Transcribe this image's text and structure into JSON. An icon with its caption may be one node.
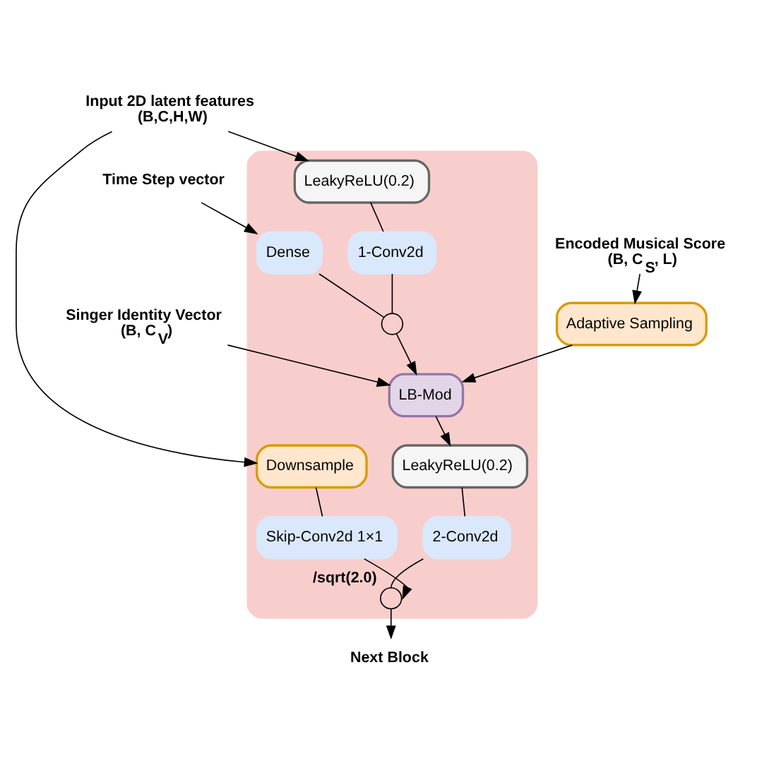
{
  "diagram": {
    "nodes": [
      {
        "text": [],
        "shape": "box"
      },
      {
        "text": [
          "Input 2D latent features",
          "(B,C,H,W)"
        ]
      },
      {
        "text": [
          "Time Step vector"
        ]
      },
      {
        "text": [
          "Singer Identity Vector",
          "(B, C$_{V}$)"
        ]
      },
      {
        "text": [
          "Encoded Musical Score",
          "(B, C$_{S}$, L)"
        ]
      },
      {
        "text": [
          "LeakyReLU(0.2)"
        ],
        "in": 0
      },
      {
        "text": [
          "1-Conv2d"
        ],
        "in": 0
      },
      {
        "text": [
          "Dense"
        ],
        "in": 0
      },
      {
        "text": [],
        "shape": "circle",
        "in": 0
      },
      {
        "text": [
          "Downsample"
        ],
        "in": 0
      },
      {
        "text": [
          "Skip-Conv2d 1×1"
        ],
        "in": 0
      },
      {
        "text": [
          "LB-Mod"
        ],
        "in": 0
      },
      {
        "text": [
          "Adaptive Sampling"
        ]
      },
      {
        "text": [
          "LeakyReLU(0.2)"
        ],
        "in": 0
      },
      {
        "text": [
          "2-Conv2d"
        ],
        "in": 0
      },
      {
        "text": [],
        "shape": "circle",
        "in": 0,
        "beside": [
          "/sqrt(2.0)"
        ]
      },
      {
        "text": [
          "Next Block"
        ]
      }
    ],
    "edges": [
      {
        "from": 1,
        "to": 5,
        "arrow": "to"
      },
      {
        "from": 1,
        "to": 9,
        "arrow": "to"
      },
      {
        "from": 2,
        "to": 7,
        "arrow": "to"
      },
      {
        "from": 5,
        "to": 6,
        "arrow": "none"
      },
      {
        "from": 6,
        "to": 8,
        "arrow": "none"
      },
      {
        "from": 7,
        "to": 8,
        "arrow": "none"
      },
      {
        "from": 9,
        "to": 10,
        "arrow": "none"
      },
      {
        "from": 8,
        "to": 11,
        "arrow": "to"
      },
      {
        "from": 3,
        "to": 11,
        "arrow": "to"
      },
      {
        "from": 4,
        "to": 12,
        "arrow": "to"
      },
      {
        "from": 12,
        "to": 11,
        "arrow": "to"
      },
      {
        "from": 11,
        "to": 13,
        "arrow": "to"
      },
      {
        "from": 13,
        "to": 14,
        "arrow": "none"
      },
      {
        "from": 14,
        "to": 15,
        "arrow": "none"
      },
      {
        "from": 10,
        "to": 15,
        "arrow": "to"
      },
      {
        "from": 15,
        "to": 16,
        "arrow": "to"
      }
    ]
  }
}
